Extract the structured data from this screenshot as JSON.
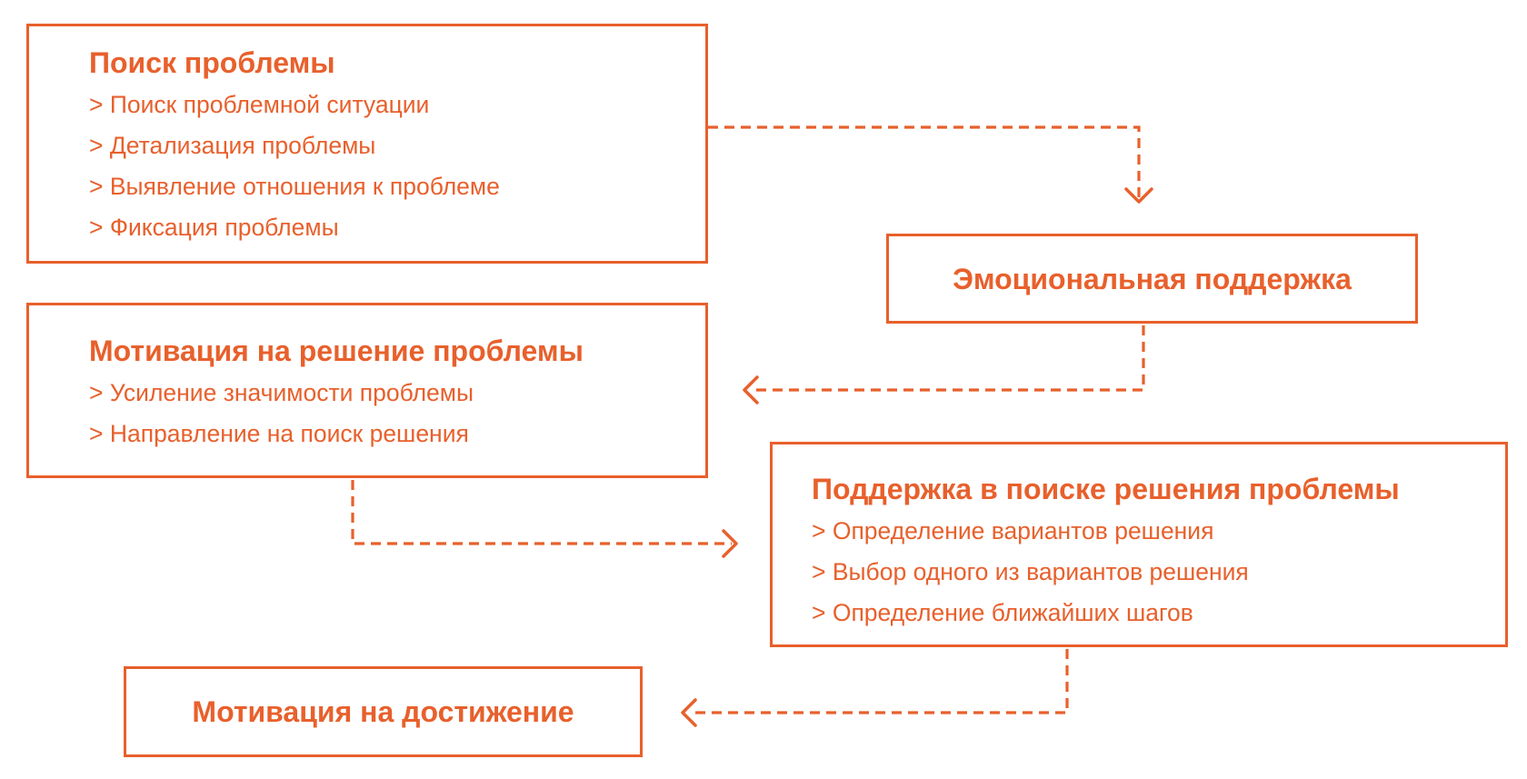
{
  "accent_color": "#E8602C",
  "boxes": {
    "problem_search": {
      "title": "Поиск проблемы",
      "items": [
        "> Поиск проблемной ситуации",
        "> Детализация проблемы",
        "> Выявление отношения к проблеме",
        "> Фиксация проблемы"
      ]
    },
    "emotional_support": {
      "title": "Эмоциональная поддержка"
    },
    "motivation_solution": {
      "title": "Мотивация на решение проблемы",
      "items": [
        "> Усиление значимости проблемы",
        "> Направление на поиск решения"
      ]
    },
    "solution_support": {
      "title": "Поддержка в поиске решения проблемы",
      "items": [
        "> Определение вариантов решения",
        "> Выбор одного из вариантов решения",
        "> Определение ближайших шагов"
      ]
    },
    "achievement_motivation": {
      "title": "Мотивация на достижение"
    }
  }
}
